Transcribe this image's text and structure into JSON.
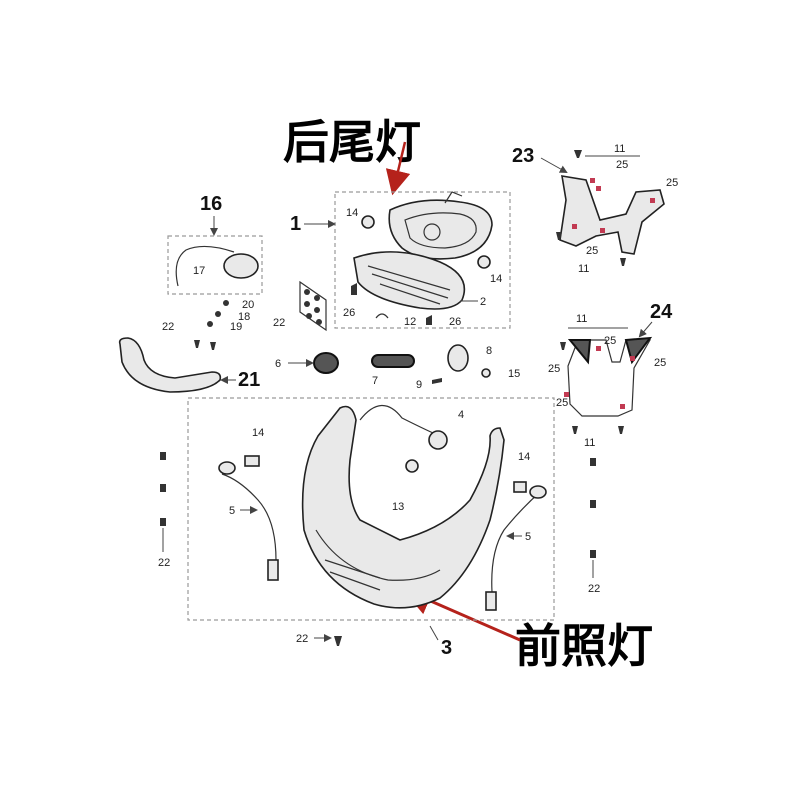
{
  "annotations": {
    "rear_light": "后尾灯",
    "headlight": "前照灯"
  },
  "callouts": {
    "c1": "1",
    "c2": "2",
    "c3": "3",
    "c16": "16",
    "c21": "21",
    "c23": "23",
    "c24": "24"
  },
  "part_numbers": {
    "n4": "4",
    "n5a": "5",
    "n5b": "5",
    "n6": "6",
    "n7": "7",
    "n8": "8",
    "n9": "9",
    "n11a": "11",
    "n11b": "11",
    "n11c": "11",
    "n11d": "11",
    "n12": "12",
    "n13": "13",
    "n14a": "14",
    "n14b": "14",
    "n14c": "14",
    "n14d": "14",
    "n15": "15",
    "n17": "17",
    "n18": "18",
    "n19": "19",
    "n20": "20",
    "n22a": "22",
    "n22b": "22",
    "n22c": "22",
    "n22d": "22",
    "n22e": "22",
    "n25a": "25",
    "n25b": "25",
    "n25c": "25",
    "n25d": "25",
    "n25e": "25",
    "n25f": "25",
    "n25g": "25",
    "n26a": "26",
    "n26b": "26"
  },
  "colors": {
    "arrow": "#b5221b",
    "highlight": "#c23a52"
  }
}
